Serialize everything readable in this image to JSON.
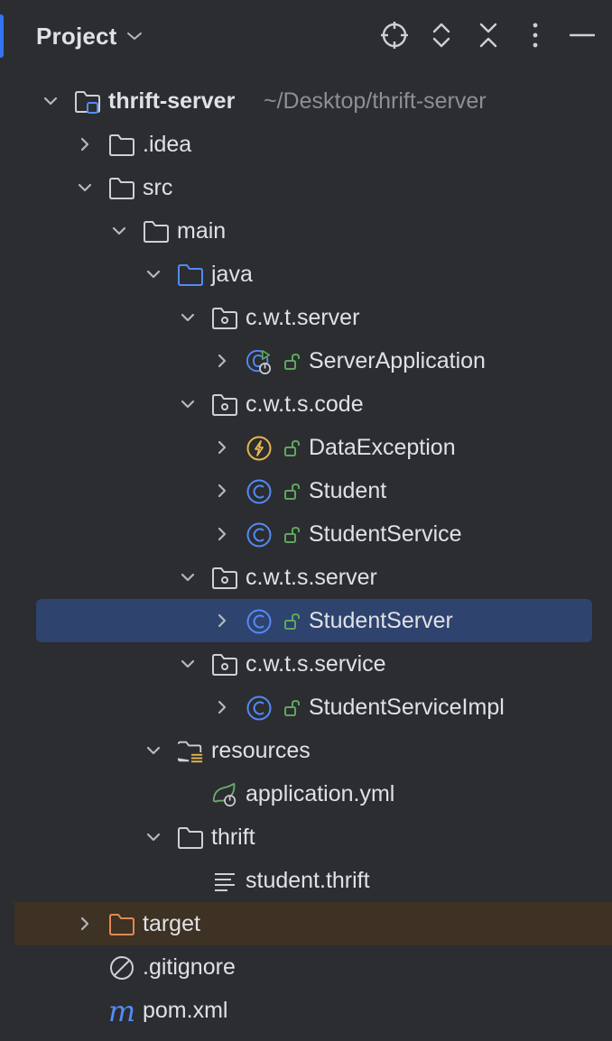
{
  "panel": {
    "title": "Project",
    "toolbar": {
      "locate": "locate-icon",
      "expand": "expand-all-icon",
      "collapse": "collapse-all-icon",
      "more": "more-vertical-icon",
      "hide": "minimize-icon"
    }
  },
  "tree": {
    "root": {
      "label": "thrift-server",
      "path": "~/Desktop/thrift-server"
    },
    "idea": {
      "label": ".idea"
    },
    "src": {
      "label": "src"
    },
    "main": {
      "label": "main"
    },
    "java": {
      "label": "java"
    },
    "pkg_server": {
      "label": "c.w.t.server"
    },
    "server_application": {
      "label": "ServerApplication"
    },
    "pkg_code": {
      "label": "c.w.t.s.code"
    },
    "data_exception": {
      "label": "DataException"
    },
    "student": {
      "label": "Student"
    },
    "student_service": {
      "label": "StudentService"
    },
    "pkg_s_server": {
      "label": "c.w.t.s.server"
    },
    "student_server": {
      "label": "StudentServer"
    },
    "pkg_service": {
      "label": "c.w.t.s.service"
    },
    "student_service_impl": {
      "label": "StudentServiceImpl"
    },
    "resources": {
      "label": "resources"
    },
    "application_yml": {
      "label": "application.yml"
    },
    "thrift": {
      "label": "thrift"
    },
    "student_thrift": {
      "label": "student.thrift"
    },
    "target": {
      "label": "target"
    },
    "gitignore": {
      "label": ".gitignore"
    },
    "pom": {
      "label": "pom.xml",
      "glyph": "m"
    }
  },
  "colors": {
    "background": "#2b2d30",
    "selection": "#2e436e",
    "excluded": "#3d3223",
    "class_icon": "#548af7",
    "exception_icon": "#e8b64c",
    "lock_icon": "#5fa65f",
    "spring_icon": "#6aab73",
    "target_folder": "#e08855",
    "text": "#dfe1e5",
    "path_text": "#8c8f94"
  }
}
